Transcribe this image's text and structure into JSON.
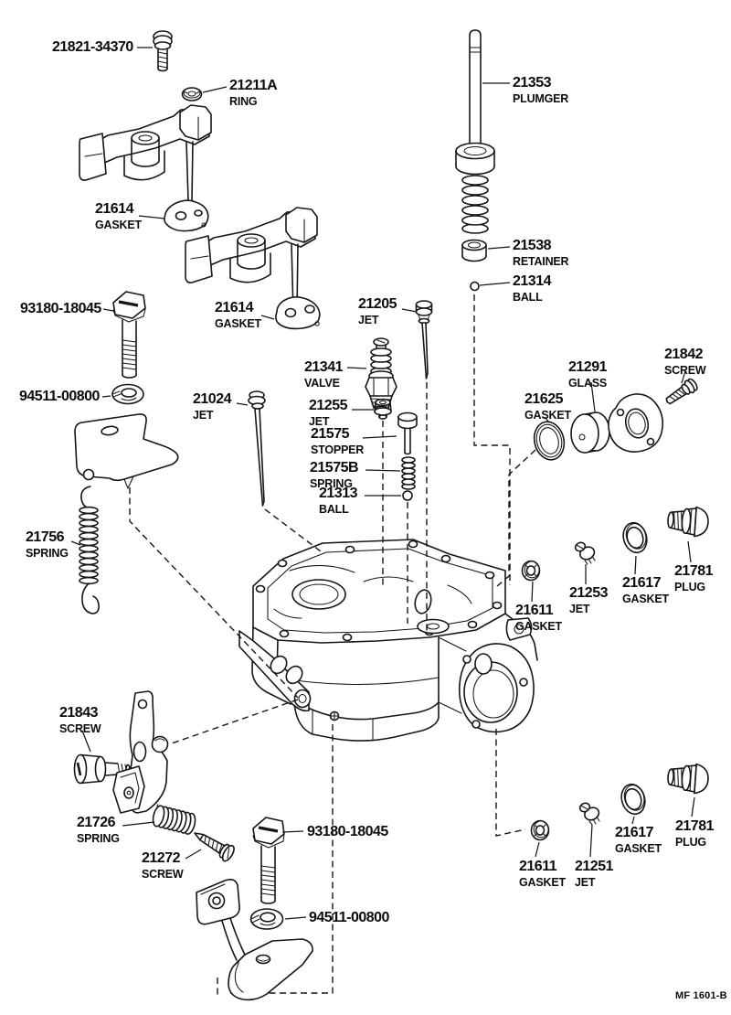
{
  "figure": {
    "code": "MF 1601-B"
  },
  "parts": [
    {
      "number": "21821-34370",
      "desc": ""
    },
    {
      "number": "21211A",
      "desc": "RING"
    },
    {
      "number": "21353",
      "desc": "PLUMGER"
    },
    {
      "number": "21614",
      "desc": "GASKET"
    },
    {
      "number": "21538",
      "desc": "RETAINER"
    },
    {
      "number": "21314",
      "desc": "BALL"
    },
    {
      "number": "21205",
      "desc": "JET"
    },
    {
      "number": "93180-18045",
      "desc": ""
    },
    {
      "number": "21614",
      "desc": "GASKET"
    },
    {
      "number": "21341",
      "desc": "VALVE"
    },
    {
      "number": "94511-00800",
      "desc": ""
    },
    {
      "number": "21024",
      "desc": "JET"
    },
    {
      "number": "21255",
      "desc": "JET"
    },
    {
      "number": "21575",
      "desc": "STOPPER"
    },
    {
      "number": "21575B",
      "desc": "SPRING"
    },
    {
      "number": "21313",
      "desc": "BALL"
    },
    {
      "number": "21756",
      "desc": "SPRING"
    },
    {
      "number": "21291",
      "desc": "GLASS"
    },
    {
      "number": "21625",
      "desc": "GASKET"
    },
    {
      "number": "21842",
      "desc": "SCREW"
    },
    {
      "number": "21611",
      "desc": "GASKET"
    },
    {
      "number": "21253",
      "desc": "JET"
    },
    {
      "number": "21617",
      "desc": "GASKET"
    },
    {
      "number": "21781",
      "desc": "PLUG"
    },
    {
      "number": "21843",
      "desc": "SCREW"
    },
    {
      "number": "21726",
      "desc": "SPRING"
    },
    {
      "number": "21272",
      "desc": "SCREW"
    },
    {
      "number": "93180-18045",
      "desc": ""
    },
    {
      "number": "94511-00800",
      "desc": ""
    },
    {
      "number": "21611",
      "desc": "GASKET"
    },
    {
      "number": "21251",
      "desc": "JET"
    },
    {
      "number": "21617",
      "desc": "GASKET"
    },
    {
      "number": "21781",
      "desc": "PLUG"
    }
  ]
}
